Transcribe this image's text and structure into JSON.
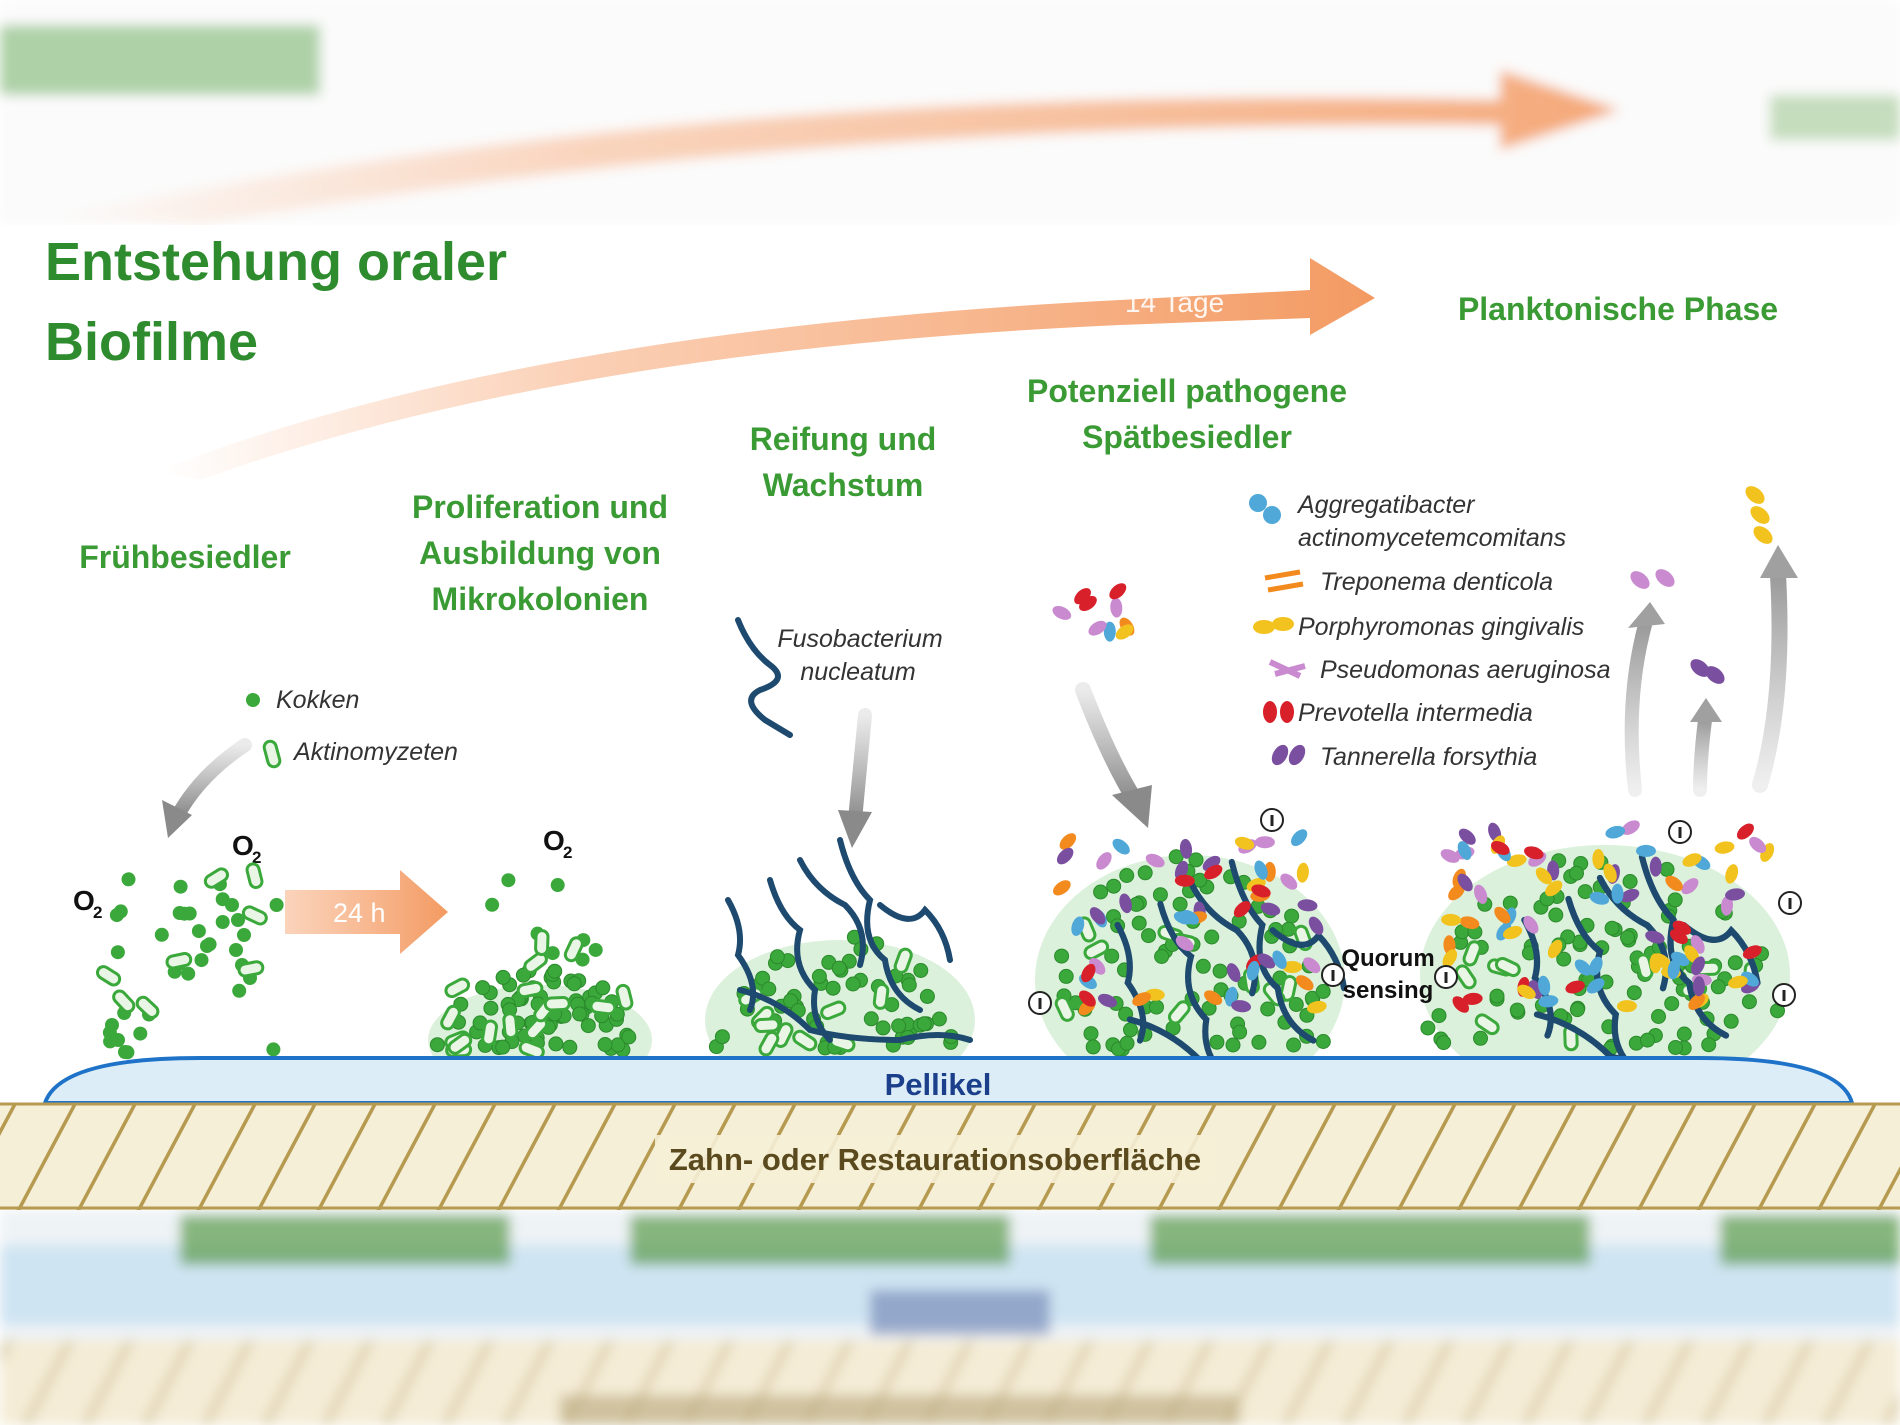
{
  "title": {
    "line1": "Entstehung oraler",
    "line2": "Biofilme"
  },
  "timeline": {
    "long": "14 Tage",
    "short": "24 h"
  },
  "stages": {
    "early": "Frühbesiedler",
    "prolif": [
      "Proliferation und",
      "Ausbildung von",
      "Mikrokolonien"
    ],
    "mature": [
      "Reifung und",
      "Wachstum"
    ],
    "late": [
      "Potenziell pathogene",
      "Spätbesiedler"
    ],
    "planktonic": "Planktonische Phase"
  },
  "early_legend": {
    "cocci": "Kokken",
    "actino": "Aktinomyzeten"
  },
  "oxygen": "O",
  "oxygen_sub": "2",
  "fuso": [
    "Fusobacterium",
    "nucleatum"
  ],
  "species_legend": [
    {
      "name": "Aggregatibacter",
      "name2": "actinomycetemcomitans",
      "icon": "blue-cluster-icon",
      "color": "#4fa8d8"
    },
    {
      "name": "Treponema denticola",
      "icon": "orange-spiral-icon",
      "color": "#f28a1e"
    },
    {
      "name": "Porphyromonas gingivalis",
      "icon": "yellow-rod-icon",
      "color": "#f2c21e"
    },
    {
      "name": "Pseudomonas aeruginosa",
      "icon": "pink-flagellate-icon",
      "color": "#c98ad0"
    },
    {
      "name": "Prevotella intermedia",
      "icon": "red-oval-icon",
      "color": "#d8202a"
    },
    {
      "name": "Tannerella forsythia",
      "icon": "purple-oval-icon",
      "color": "#7a4fa0"
    }
  ],
  "quorum": [
    "Quorum",
    "sensing"
  ],
  "pellicle": "Pellikel",
  "surface": "Zahn- oder Restaurationsoberfläche",
  "colors": {
    "title_green": "#2e8b2e",
    "cocci_green": "#3aa83a",
    "arrow_orange": "#f5a06a",
    "pellicle_blue": "#1e73c8",
    "fuso_navy": "#1d4a6e",
    "surface_beige": "#f6efd7"
  }
}
